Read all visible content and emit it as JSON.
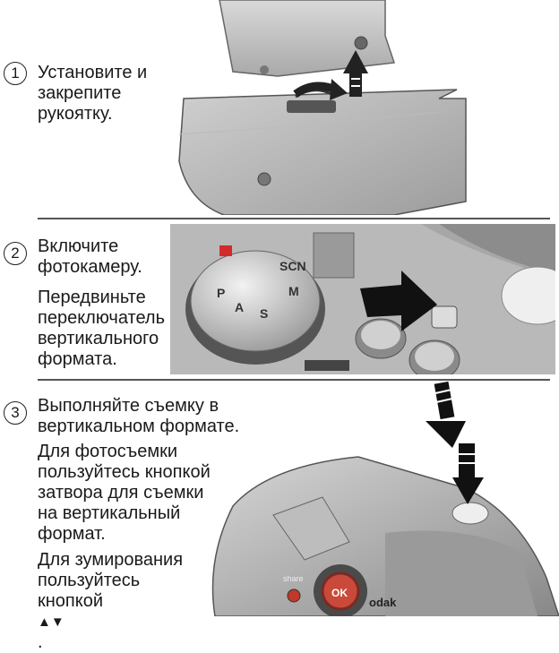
{
  "steps": [
    {
      "number": "1",
      "lines": [
        "Установите и",
        "закрепите",
        "рукоятку."
      ]
    },
    {
      "number": "2",
      "title_lines": [
        "Включите",
        "фотокамеру."
      ],
      "body_lines": [
        "Передвиньте",
        "переключатель",
        "вертикального",
        "формата."
      ]
    },
    {
      "number": "3",
      "title_lines": [
        "Выполняйте съемку в",
        "вертикальном формате."
      ],
      "shutter_lines": [
        "Для фотосъемки",
        "пользуйтесь кнопкой",
        "затвора для съемки",
        "на вертикальный",
        "формат."
      ],
      "zoom_lines": [
        "Для зумирования",
        "пользуйтесь",
        "кнопкой"
      ],
      "zoom_suffix": "."
    }
  ],
  "illustration_text": {
    "dial_labels": [
      "SCN",
      "M",
      "S",
      "A",
      "P"
    ],
    "share_label": "share",
    "ok_label": "OK",
    "brand_label": "odak"
  },
  "icons": [
    "grip-attach-illustration",
    "vertical-switch-illustration",
    "vertical-shutter-illustration",
    "zoom-up-down-icon"
  ]
}
